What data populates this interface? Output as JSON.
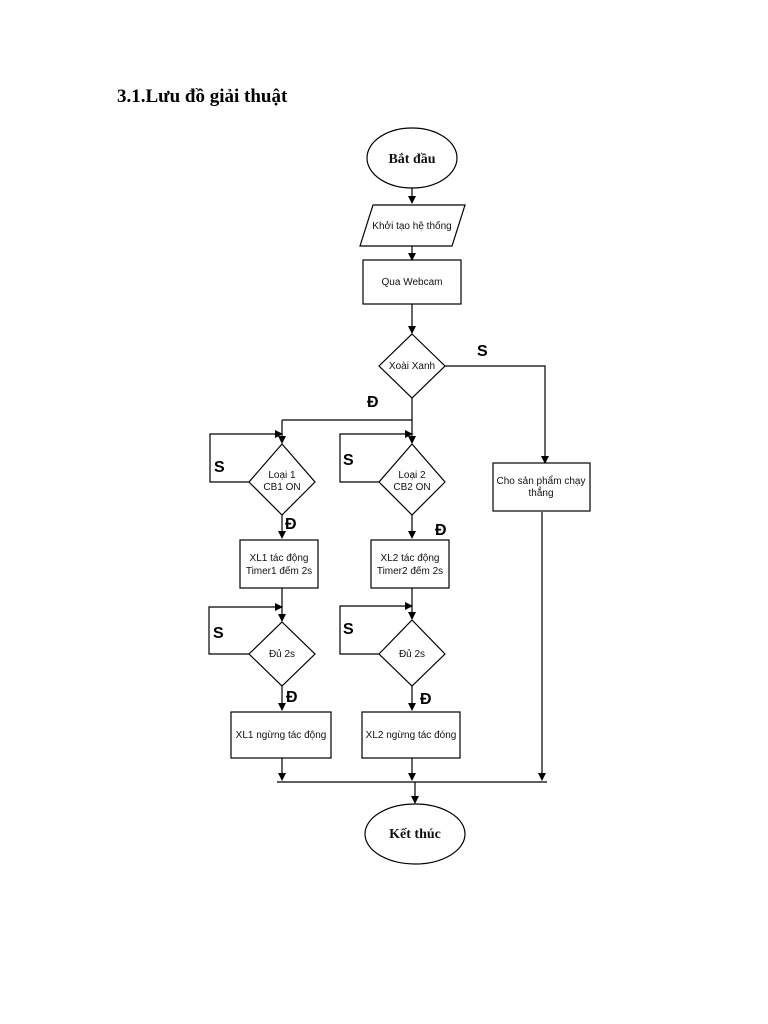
{
  "heading": "3.1.Lưu đồ giải thuật",
  "nodes": {
    "start": "Bắt đầu",
    "init": "Khởi tạo hệ thống",
    "webcam": "Qua Webcam",
    "green_mango": "Xoài Xanh",
    "type1": [
      "Loại 1",
      "CB1 ON"
    ],
    "type2": [
      "Loại 2",
      "CB2 ON"
    ],
    "pass_through": [
      "Cho sản phẩm chạy",
      "thẳng"
    ],
    "xl1_act": [
      "XL1 tác động",
      "Timer1 đếm 2s"
    ],
    "xl2_act": [
      "XL2 tác động",
      "Timer2 đếm 2s"
    ],
    "enough1": "Đủ 2s",
    "enough2": "Đủ 2s",
    "xl1_stop": "XL1 ngừng tác động",
    "xl2_stop": "XL2 ngừng tác đóng",
    "end": "Kết thúc"
  },
  "labels": {
    "yes": "Đ",
    "no": "S"
  }
}
